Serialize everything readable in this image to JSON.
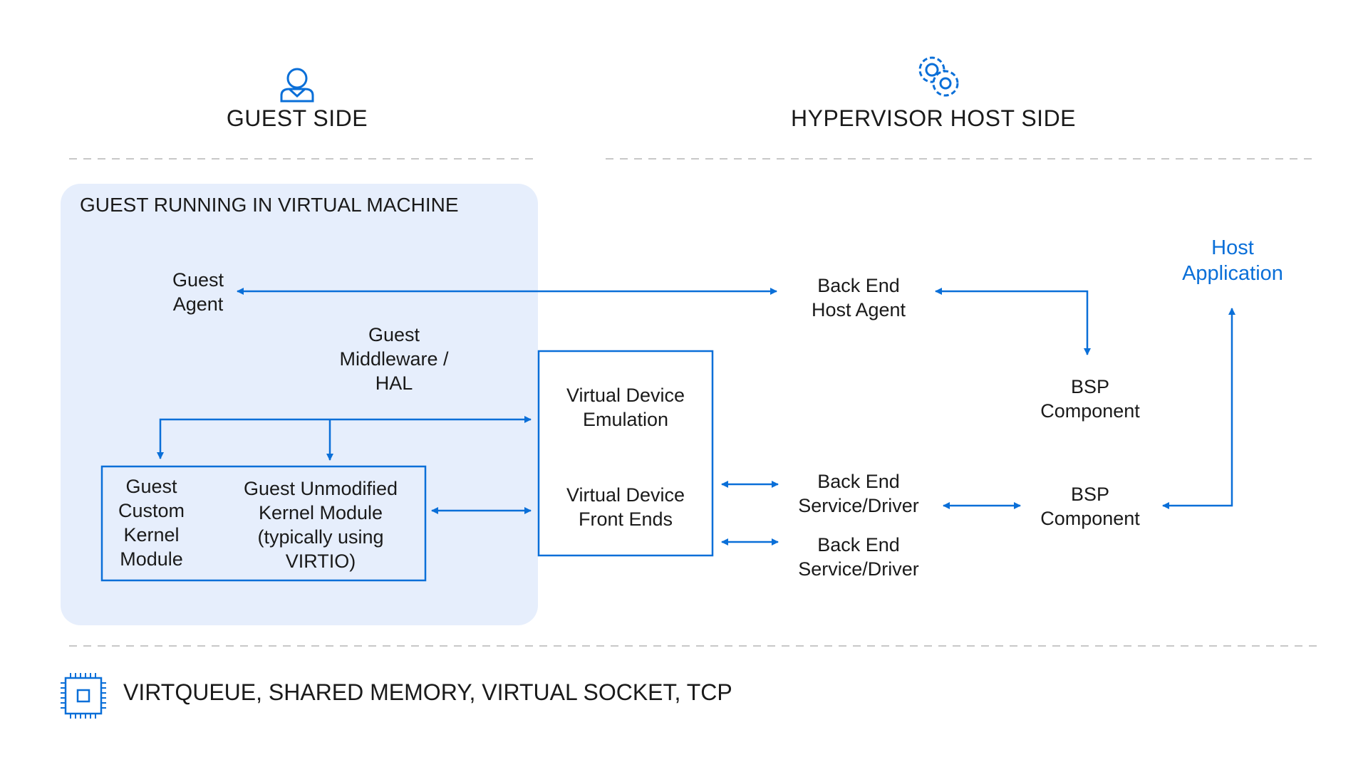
{
  "headers": {
    "guest_side": "GUEST SIDE",
    "host_side": "HYPERVISOR HOST SIDE",
    "guest_icon": "user-icon",
    "host_icon": "gears-icon"
  },
  "vm_panel": {
    "title": "GUEST RUNNING IN VIRTUAL MACHINE",
    "fill": "#e6eefc"
  },
  "nodes": {
    "guest_agent": [
      "Guest",
      "Agent"
    ],
    "guest_middleware": [
      "Guest",
      "Middleware /",
      "HAL"
    ],
    "guest_custom_kernel": [
      "Guest",
      "Custom",
      "Kernel",
      "Module"
    ],
    "guest_unmodified_kernel": [
      "Guest Unmodified",
      "Kernel Module",
      "(typically using",
      "VIRTIO)"
    ],
    "vd_emulation": [
      "Virtual Device",
      "Emulation"
    ],
    "vd_front_ends": [
      "Virtual Device",
      "Front Ends"
    ],
    "back_end_host_agent": [
      "Back End",
      "Host Agent"
    ],
    "bsp_component_top": [
      "BSP",
      "Component"
    ],
    "host_application": [
      "Host",
      "Application"
    ],
    "back_end_service_1": [
      "Back End",
      "Service/Driver"
    ],
    "back_end_service_2": [
      "Back End",
      "Service/Driver"
    ],
    "bsp_component_bottom": [
      "BSP",
      "Component"
    ]
  },
  "footer": {
    "icon": "chip-icon",
    "text": "VIRTQUEUE, SHARED MEMORY, VIRTUAL SOCKET, TCP"
  },
  "colors": {
    "accent": "#0a6fd8",
    "dashed_line": "#c8c8c8",
    "text": "#1a1a1a"
  }
}
